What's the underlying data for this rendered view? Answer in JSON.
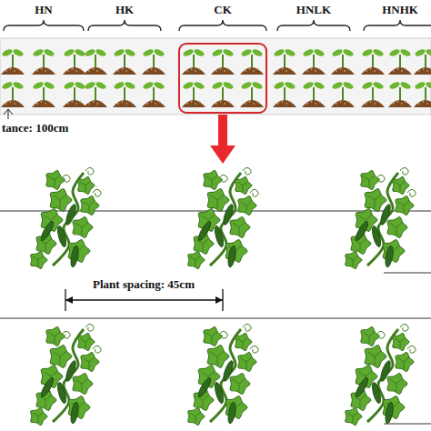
{
  "diagram": {
    "labels": [
      "HN",
      "HK",
      "CK",
      "HNLK",
      "HNHK",
      "tance: 100cm",
      "Plant spacing: 45cm"
    ]
  }
}
